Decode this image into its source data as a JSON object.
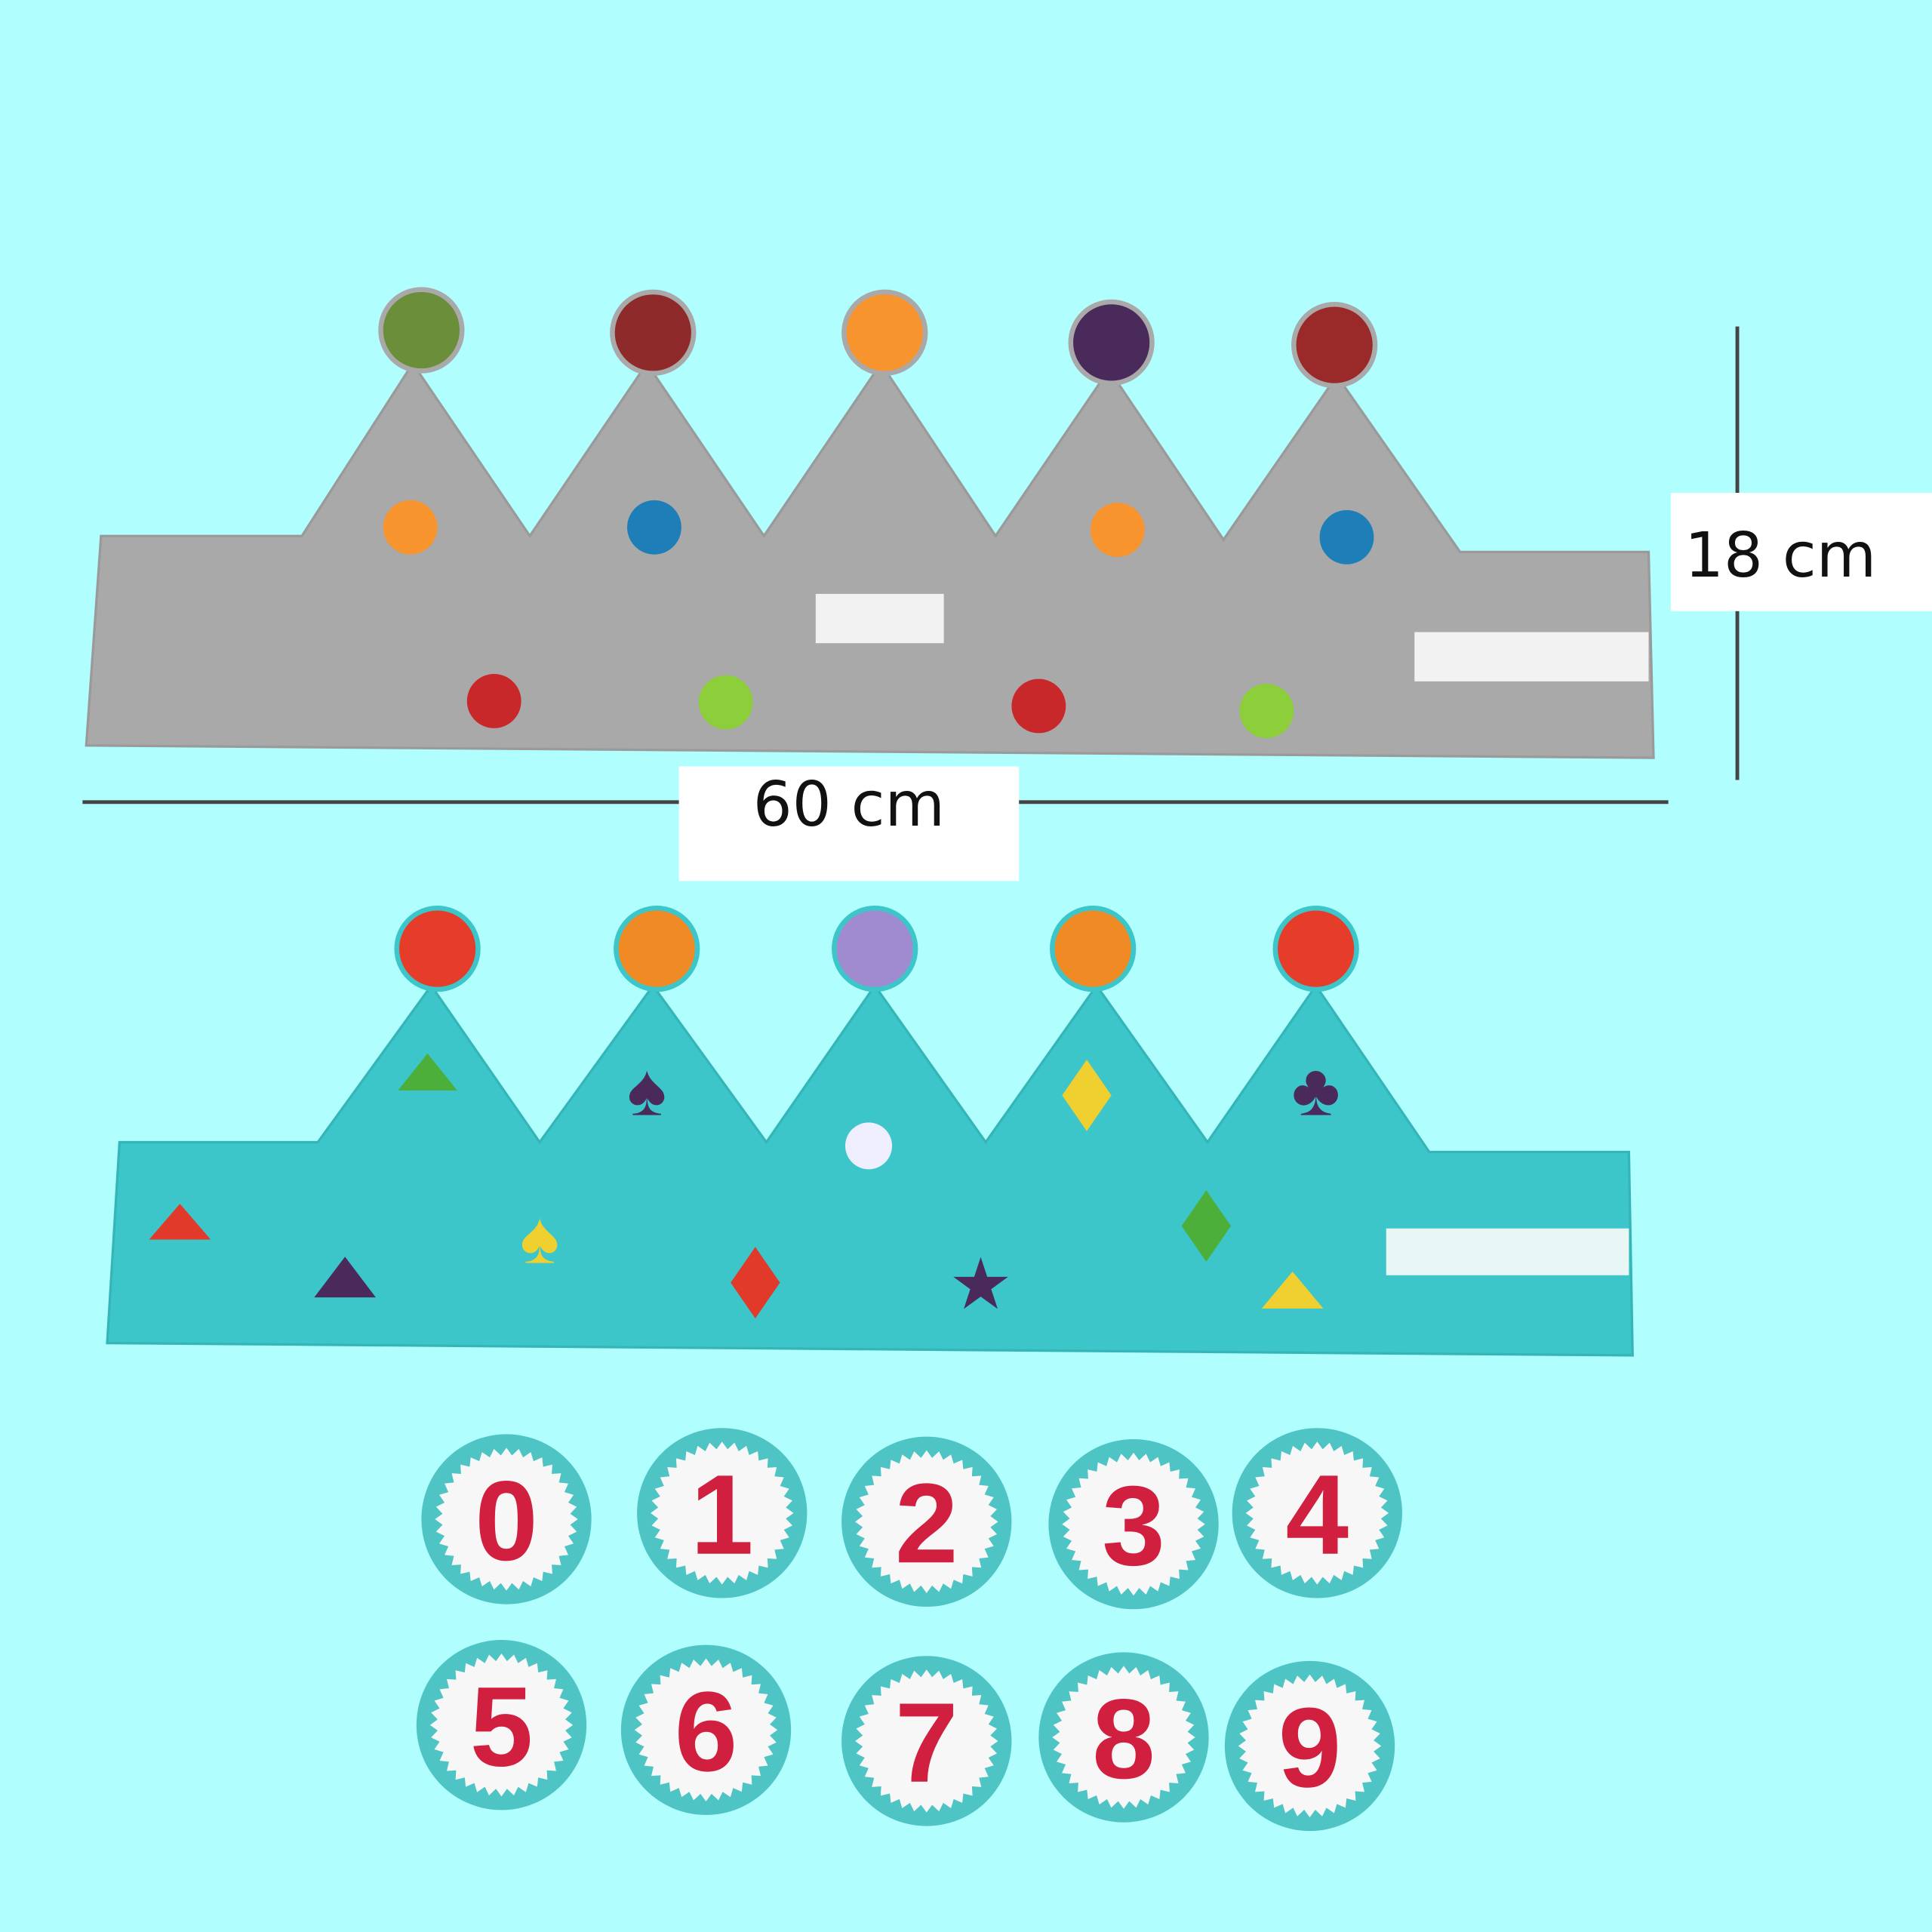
{
  "colors": {
    "background": "#b0fefe",
    "gray_felt": "#a9a9a9",
    "teal_felt": "#3cc6c9",
    "digit_red": "#d11f3f"
  },
  "dimensions": {
    "height_label": "18 cm",
    "width_label": "60 cm"
  },
  "gray_crown": {
    "top_dots": [
      "#6b8e3a",
      "#8e2a2a",
      "#f7942e",
      "#4a2a5a",
      "#9a2a2a"
    ],
    "mid_dots": [
      "#f7942e",
      "#1e7fb8",
      "#f7942e",
      "#1e7fb8"
    ],
    "low_dots": [
      "#c8282a",
      "#8dcf3a",
      "#c8282a",
      "#8dcf3a"
    ]
  },
  "teal_crown": {
    "top_dots": [
      "#e63c2a",
      "#f08a24",
      "#a08bd0",
      "#f08a24",
      "#e63c2a"
    ]
  },
  "number_badges": {
    "row1": [
      "0",
      "1",
      "2",
      "3",
      "4"
    ],
    "row2": [
      "5",
      "6",
      "7",
      "8",
      "9"
    ]
  }
}
